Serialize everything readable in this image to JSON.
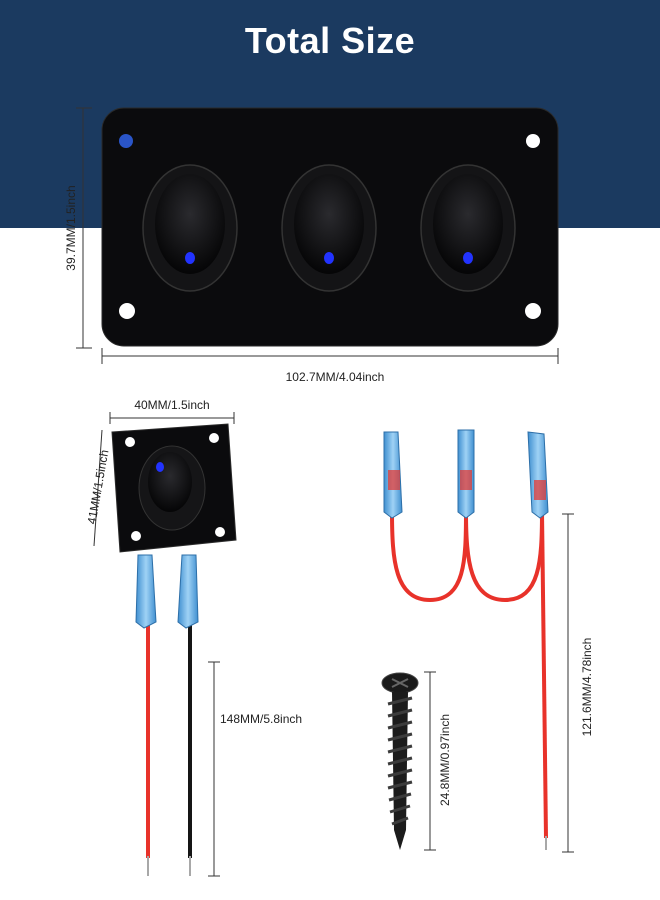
{
  "header": {
    "title": "Total Size"
  },
  "colors": {
    "banner": "#1b3a60",
    "panel": "#0b0b0d",
    "led": "#2233ff",
    "wire_red": "#e8322a",
    "wire_black": "#151515",
    "connector": "#5aa8e0"
  },
  "panel": {
    "height_label": "39.7MM/1.5inch",
    "width_label": "102.7MM/4.04inch",
    "switch_count": 3
  },
  "single_switch": {
    "width_label": "40MM/1.5inch",
    "height_label": "41MM/1.5inch",
    "wire_length_label": "148MM/5.8inch"
  },
  "jumper_wire": {
    "length_label": "121.6MM/4.78inch"
  },
  "screw": {
    "length_label": "24.8MM/0.97inch"
  }
}
